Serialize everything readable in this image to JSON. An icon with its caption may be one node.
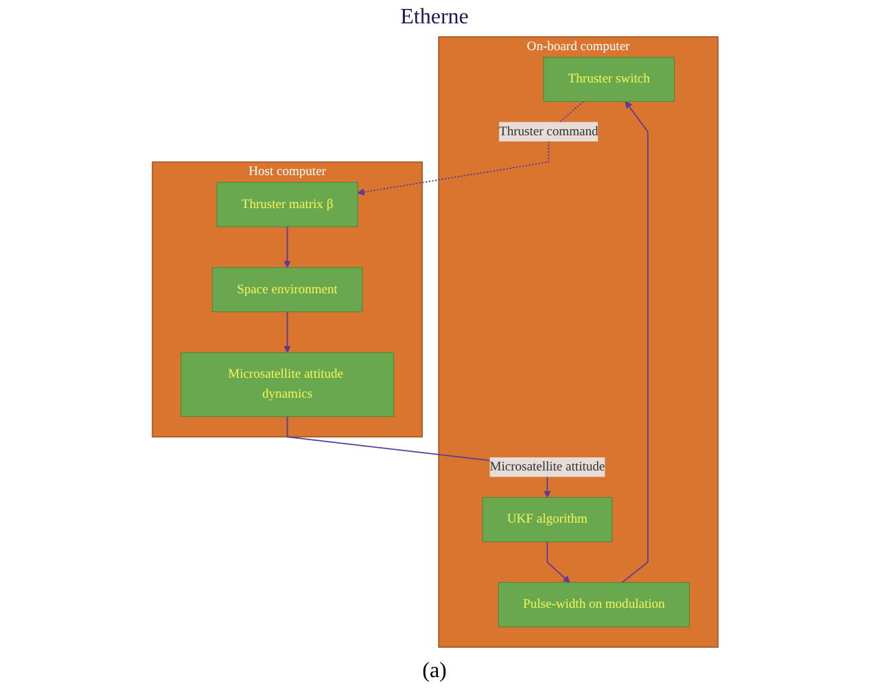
{
  "diagram": {
    "caption": "(a)",
    "nodes": [
      {
        "text": [
          "On-board computer"
        ]
      },
      {
        "text": [
          "Thruster switch"
        ],
        "in": 0
      },
      {
        "text": [
          "Pulse-width on modulation"
        ],
        "in": 0
      },
      {
        "text": [
          "UKF algorithm"
        ],
        "in": 0
      },
      {
        "text": [
          "Host computer"
        ]
      },
      {
        "text": [
          "Thruster matrix β"
        ],
        "in": 4
      },
      {
        "text": [
          "Space environment"
        ],
        "in": 4
      },
      {
        "text": [
          "Microsatellite attitude dynamics"
        ],
        "in": 4
      }
    ],
    "edges": [
      {
        "from": 3,
        "to": 2,
        "arrow": "to"
      },
      {
        "from": 2,
        "to": 1,
        "arrow": "to"
      },
      {
        "from": 1,
        "to": 5,
        "arrow": "to",
        "style": "dashed",
        "label": "Thruster command"
      },
      {
        "from": 5,
        "to": 6,
        "arrow": "to"
      },
      {
        "from": 6,
        "to": 7,
        "arrow": "to"
      },
      {
        "from": 7,
        "to": 3,
        "arrow": "to",
        "label": "Microsatellite attitude"
      }
    ],
    "labels": [
      "Etherne"
    ]
  }
}
